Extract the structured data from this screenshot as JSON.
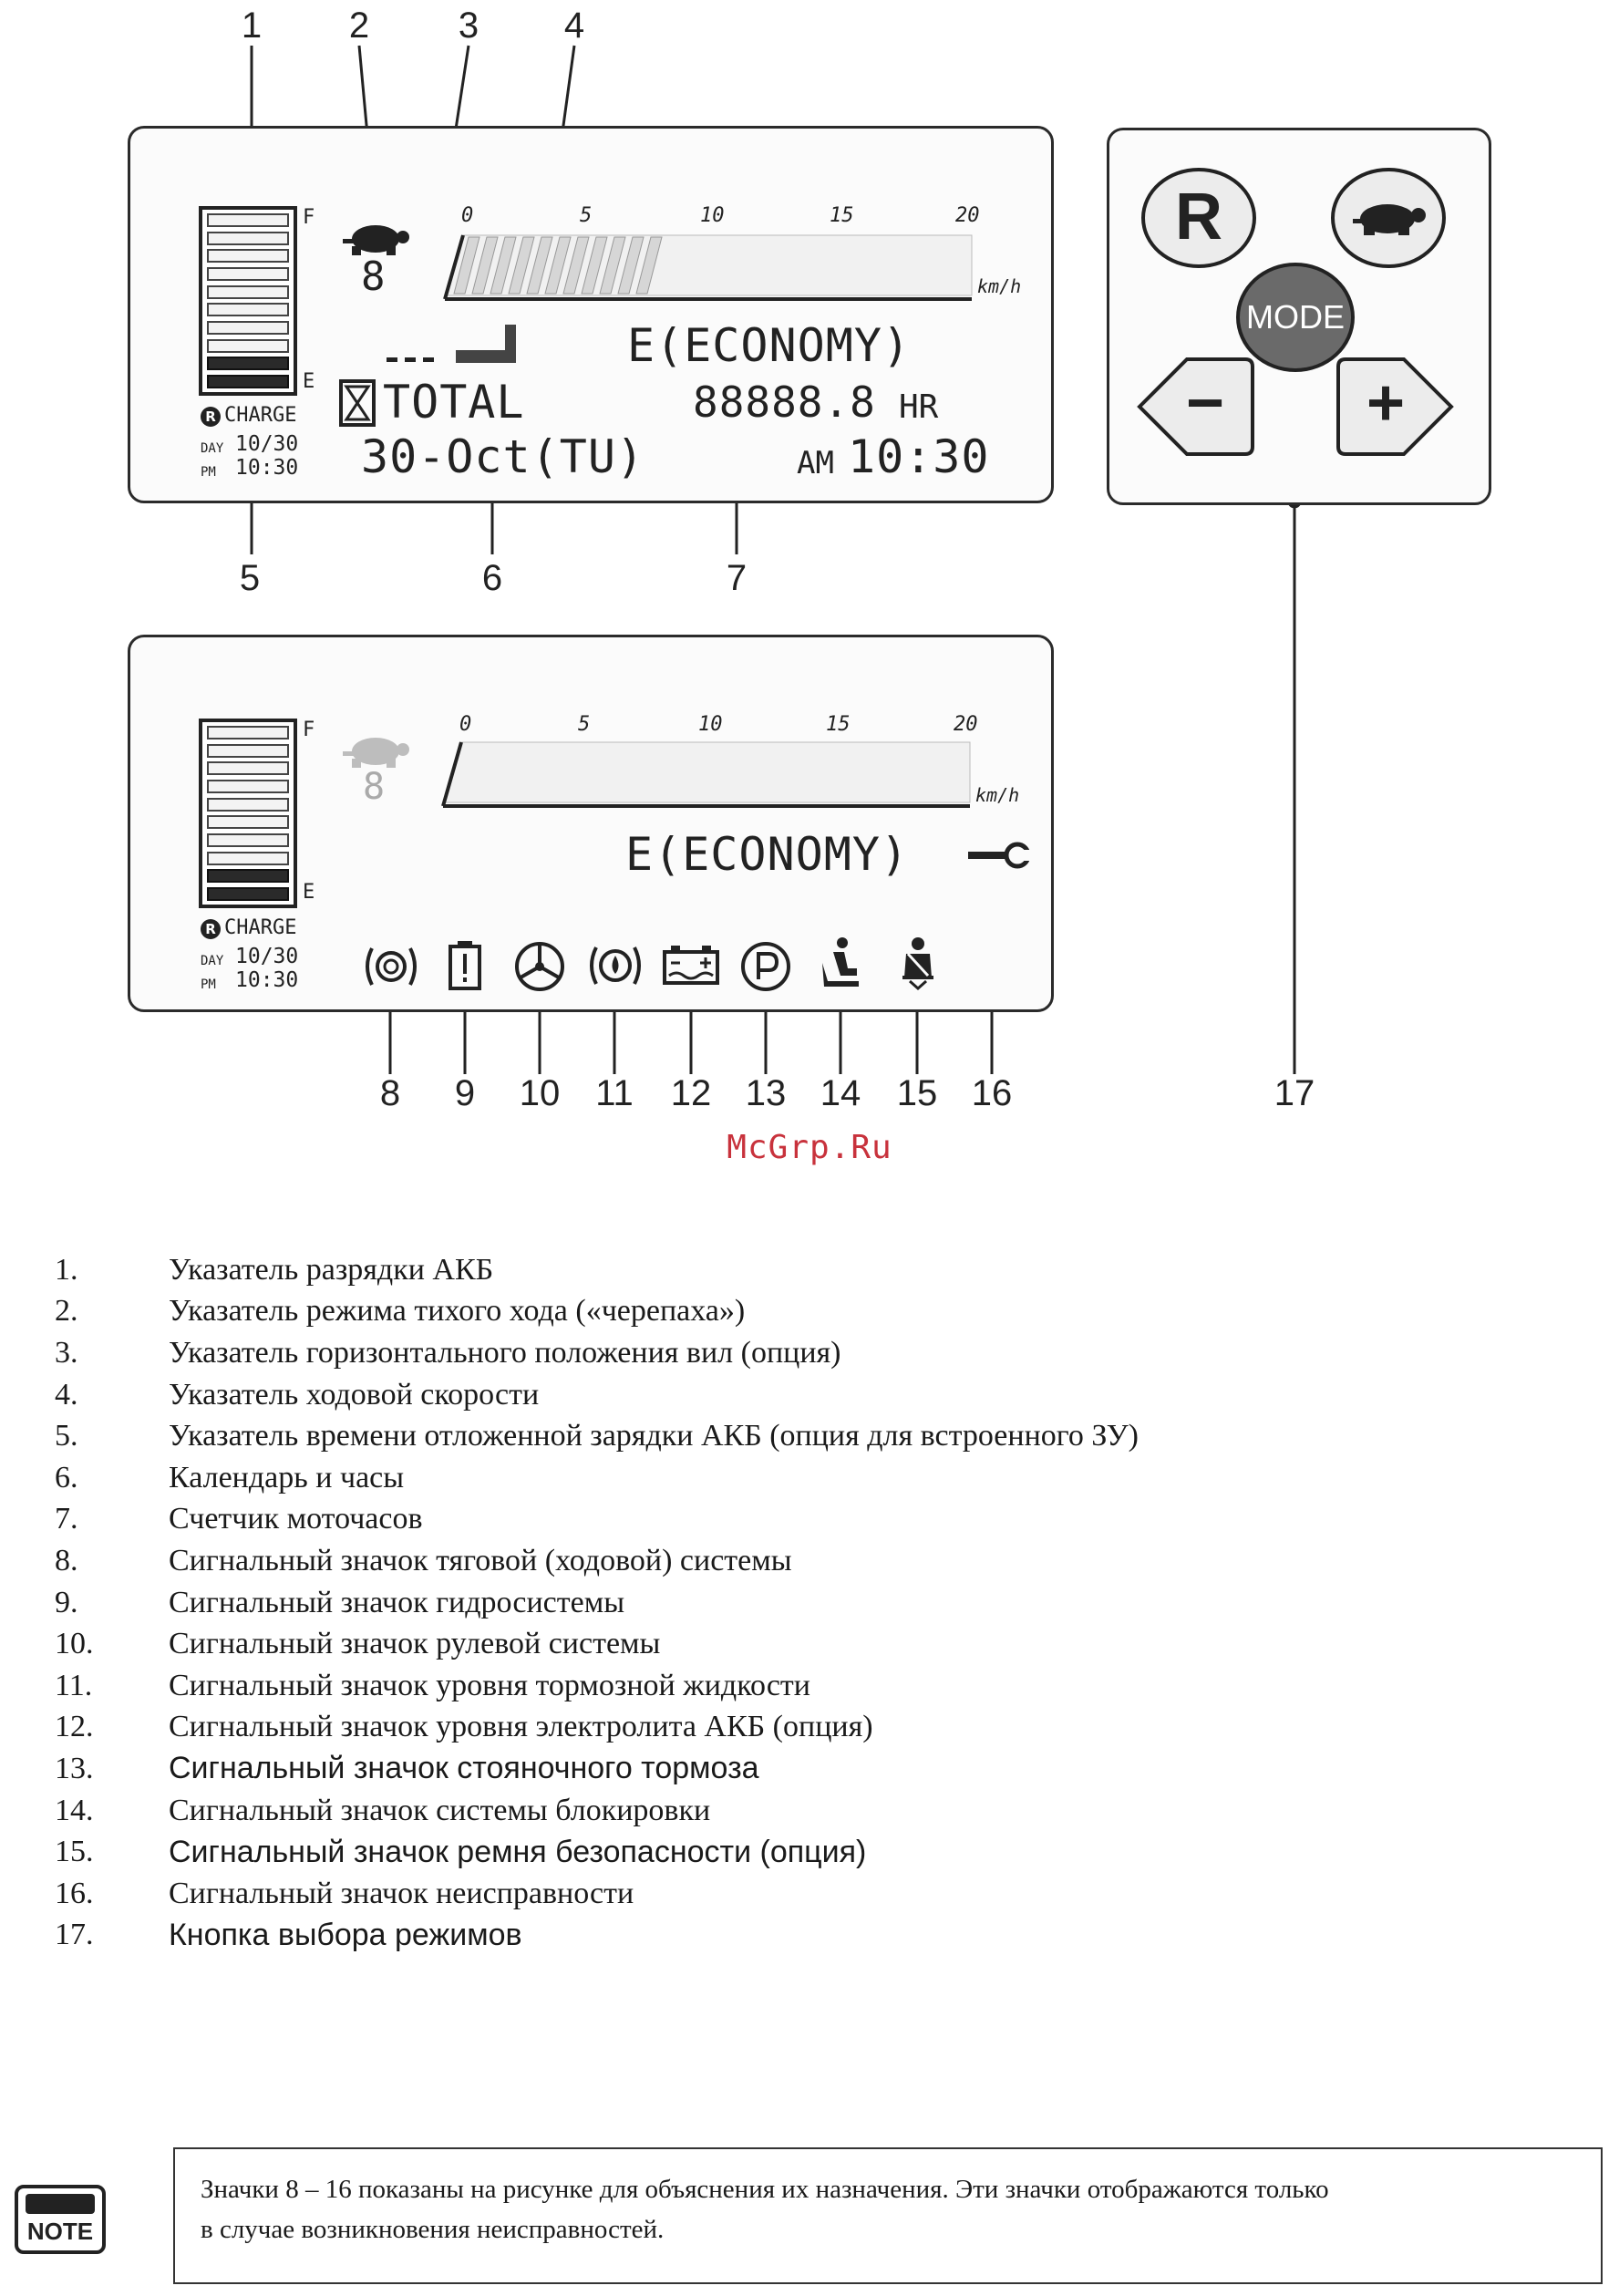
{
  "panel_top": {
    "speed_ticks": [
      "0",
      "5",
      "10",
      "15",
      "20"
    ],
    "speed_unit": "km/h",
    "battery_full_label": "F",
    "battery_empty_label": "E",
    "turtle_value": "8",
    "mode_text": "E(ECONOMY)",
    "total_label": "TOTAL",
    "hour_meter_value": "88888.8",
    "hour_meter_unit": "HR",
    "charge_label": "CHARGE",
    "charge_day_prefix": "DAY",
    "charge_day_value": "10/30",
    "charge_time_prefix": "PM",
    "charge_time_value": "10:30",
    "date_text": "30-Oct(TU)",
    "clock_prefix": "AM",
    "clock_value": "10:30"
  },
  "panel_bottom": {
    "speed_ticks": [
      "0",
      "5",
      "10",
      "15",
      "20"
    ],
    "speed_unit": "km/h",
    "battery_full_label": "F",
    "battery_empty_label": "E",
    "turtle_value": "8",
    "mode_text": "E(ECONOMY)",
    "charge_label": "CHARGE",
    "charge_day_prefix": "DAY",
    "charge_day_value": "10/30",
    "charge_time_prefix": "PM",
    "charge_time_value": "10:30"
  },
  "buttons": {
    "r_label": "R",
    "mode_label": "MODE",
    "minus_label": "−",
    "plus_label": "+"
  },
  "callouts_top": [
    "1",
    "2",
    "3",
    "4",
    "5",
    "6",
    "7"
  ],
  "callouts_bottom": [
    "8",
    "9",
    "10",
    "11",
    "12",
    "13",
    "14",
    "15",
    "16",
    "17"
  ],
  "watermark": "McGrp.Ru",
  "legend": [
    {
      "num": "1.",
      "text": "Указатель разрядки АКБ"
    },
    {
      "num": "2.",
      "text": "Указатель режима тихого хода («черепаха»)"
    },
    {
      "num": "3.",
      "text": "Указатель горизонтального положения вил (опция)"
    },
    {
      "num": "4.",
      "text": "Указатель ходовой скорости"
    },
    {
      "num": "5.",
      "text": "Указатель времени отложенной зарядки АКБ (опция для встроенного ЗУ)"
    },
    {
      "num": "6.",
      "text": "Календарь и часы"
    },
    {
      "num": "7.",
      "text": "Счетчик моточасов"
    },
    {
      "num": "8.",
      "text": "Сигнальный значок тяговой (ходовой) системы"
    },
    {
      "num": "9.",
      "text": "Сигнальный значок гидросистемы"
    },
    {
      "num": "10.",
      "text": "Сигнальный значок рулевой системы"
    },
    {
      "num": "11.",
      "text": "Сигнальный значок уровня тормозной жидкости"
    },
    {
      "num": "12.",
      "text": "Сигнальный значок уровня электролита АКБ (опция)"
    },
    {
      "num": "13.",
      "text": "Сигнальный значок стояночного тормоза"
    },
    {
      "num": "14.",
      "text": "Сигнальный значок системы блокировки"
    },
    {
      "num": "15.",
      "text": "Сигнальный значок ремня безопасности (опция)"
    },
    {
      "num": "16.",
      "text": "Сигнальный значок неисправности"
    },
    {
      "num": "17.",
      "text": "Кнопка выбора режимов"
    }
  ],
  "note": {
    "icon_label": "NOTE",
    "line1": "Значки 8 – 16  показаны на рисунке для объяснения их назначения.  Эти значки отображаются только",
    "line2": "в случае возникновения неисправностей."
  },
  "icons": {
    "turtle": "turtle-icon",
    "hourglass": "hourglass-icon",
    "fork_level": "fork-level-icon",
    "traction": "traction-warning-icon",
    "hydraulic": "hydraulic-warning-icon",
    "steering": "steering-warning-icon",
    "brake_fluid": "brake-fluid-warning-icon",
    "electrolyte": "electrolyte-warning-icon",
    "parking": "parking-brake-icon",
    "interlock": "seat-interlock-icon",
    "seatbelt": "seatbelt-icon",
    "wrench": "wrench-icon"
  }
}
